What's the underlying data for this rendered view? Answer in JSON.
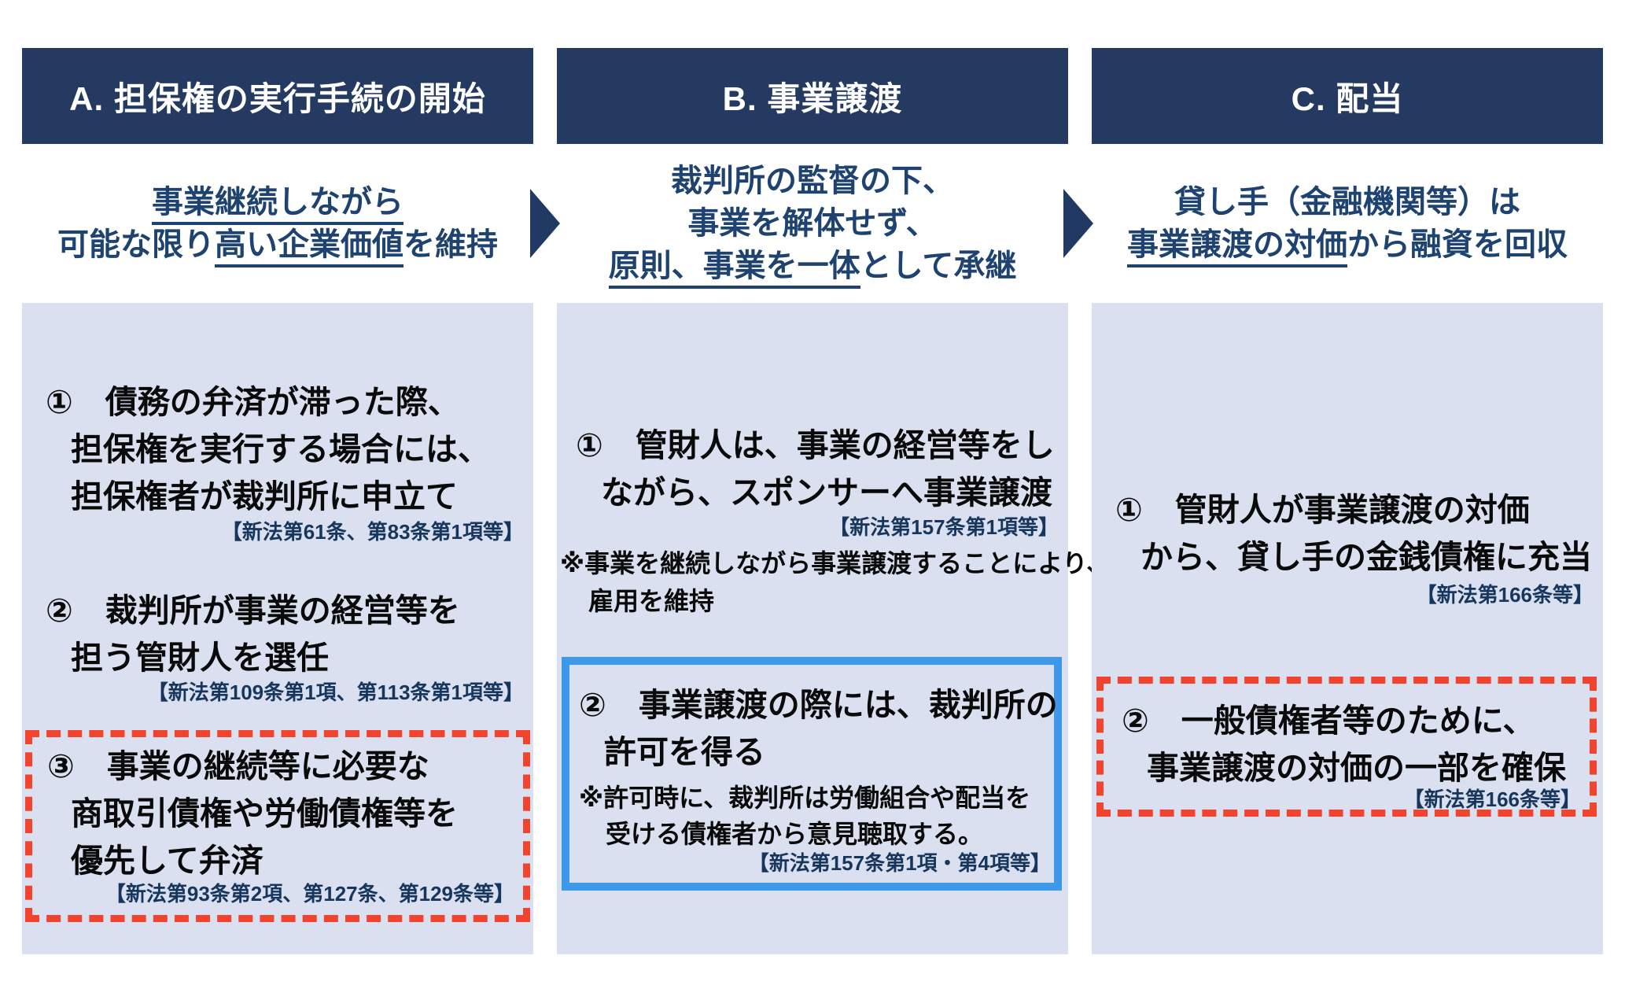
{
  "colors": {
    "header_bg": "#243A61",
    "subtitle_text": "#1E4370",
    "panel_bg": "#DAE0EF",
    "body_text": "#0a0a0a",
    "ref_text": "#17365D",
    "arrow": "#203A63",
    "red_dashed_border": "#F2432E",
    "blue_solid_border": "#3E9AE8"
  },
  "arrows": [
    {
      "name": "arrow-a-to-b",
      "shape": "right-triangle"
    },
    {
      "name": "arrow-b-to-c",
      "shape": "right-triangle"
    }
  ],
  "columns": [
    {
      "header": "A. 担保権の実行手続の開始",
      "subtitle": [
        {
          "runs": [
            {
              "text": "事業継続しながら",
              "underline": true
            }
          ]
        },
        {
          "runs": [
            {
              "text": "可能な限り",
              "underline": false
            },
            {
              "text": "高い企業価値",
              "underline": true
            },
            {
              "text": "を維持",
              "underline": false
            }
          ]
        }
      ],
      "items": [
        {
          "lines": [
            "①　債務の弁済が滞った際、",
            "担保権を実行する場合には、",
            "担保権者が裁判所に申立て"
          ],
          "ref": "【新法第61条、第83条第1項等】"
        },
        {
          "lines": [
            "②　裁判所が事業の経営等を",
            "担う管財人を選任"
          ],
          "ref": "【新法第109条第1項、第113条第1項等】"
        },
        {
          "lines": [
            "③　事業の継続等に必要な",
            "商取引債権や労働債権等を",
            "優先して弁済"
          ],
          "ref": "【新法第93条第2項、第127条、第129条等】",
          "highlight": "red-dashed-box"
        }
      ]
    },
    {
      "header": "B. 事業譲渡",
      "subtitle": [
        {
          "runs": [
            {
              "text": "裁判所の監督の下、",
              "underline": false
            }
          ]
        },
        {
          "runs": [
            {
              "text": "事業を解体せず、",
              "underline": false
            }
          ]
        },
        {
          "runs": [
            {
              "text": "原則、事業を一体",
              "underline": true
            },
            {
              "text": "として承継",
              "underline": false
            }
          ]
        }
      ],
      "items": [
        {
          "lines": [
            "①　管財人は、事業の経営等をし",
            "ながら、スポンサーへ事業譲渡"
          ],
          "ref": "【新法第157条第1項等】",
          "note_lines": [
            "※事業を継続しながら事業譲渡することにより、",
            "雇用を維持"
          ]
        },
        {
          "lines": [
            "②　事業譲渡の際には、裁判所の",
            "許可を得る"
          ],
          "note_lines": [
            "※許可時に、裁判所は労働組合や配当を",
            "受ける債権者から意見聴取する。"
          ],
          "ref": "【新法第157条第1項・第4項等】",
          "highlight": "blue-solid-box"
        }
      ]
    },
    {
      "header": "C. 配当",
      "subtitle": [
        {
          "runs": [
            {
              "text": "貸し手（金融機関等）は",
              "underline": false
            }
          ]
        },
        {
          "runs": [
            {
              "text": "事業譲渡の対価",
              "underline": true
            },
            {
              "text": "から融資を回収",
              "underline": false
            }
          ]
        }
      ],
      "items": [
        {
          "lines": [
            "①　管財人が事業譲渡の対価",
            "から、貸し手の金銭債権に充当"
          ],
          "ref": "【新法第166条等】"
        },
        {
          "lines": [
            "②　一般債権者等のために、",
            "事業譲渡の対価の一部を確保"
          ],
          "ref": "【新法第166条等】",
          "highlight": "red-dashed-box"
        }
      ]
    }
  ]
}
